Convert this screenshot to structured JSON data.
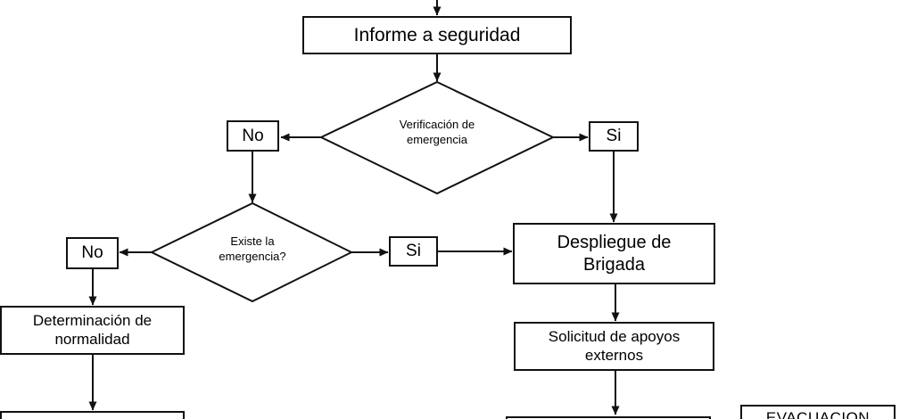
{
  "flowchart": {
    "background_color": "#ffffff",
    "line_color": "#111111",
    "text_color": "#000000",
    "nodes": {
      "informe_seguridad": "Informe a seguridad",
      "verificacion_emergencia": "Verificación de\nemergencia",
      "no_1": "No",
      "si_1": "Si",
      "existe_emergencia": "Existe la\nemergencia?",
      "no_2": "No",
      "si_2": "Si",
      "despliegue_brigada": "Despliegue de\nBrigada",
      "determinacion_normalidad": "Determinación de\nnormalidad",
      "solicitud_apoyos": "Solicitud de apoyos\nexternos",
      "evacuacion": "EVACUACION"
    }
  }
}
